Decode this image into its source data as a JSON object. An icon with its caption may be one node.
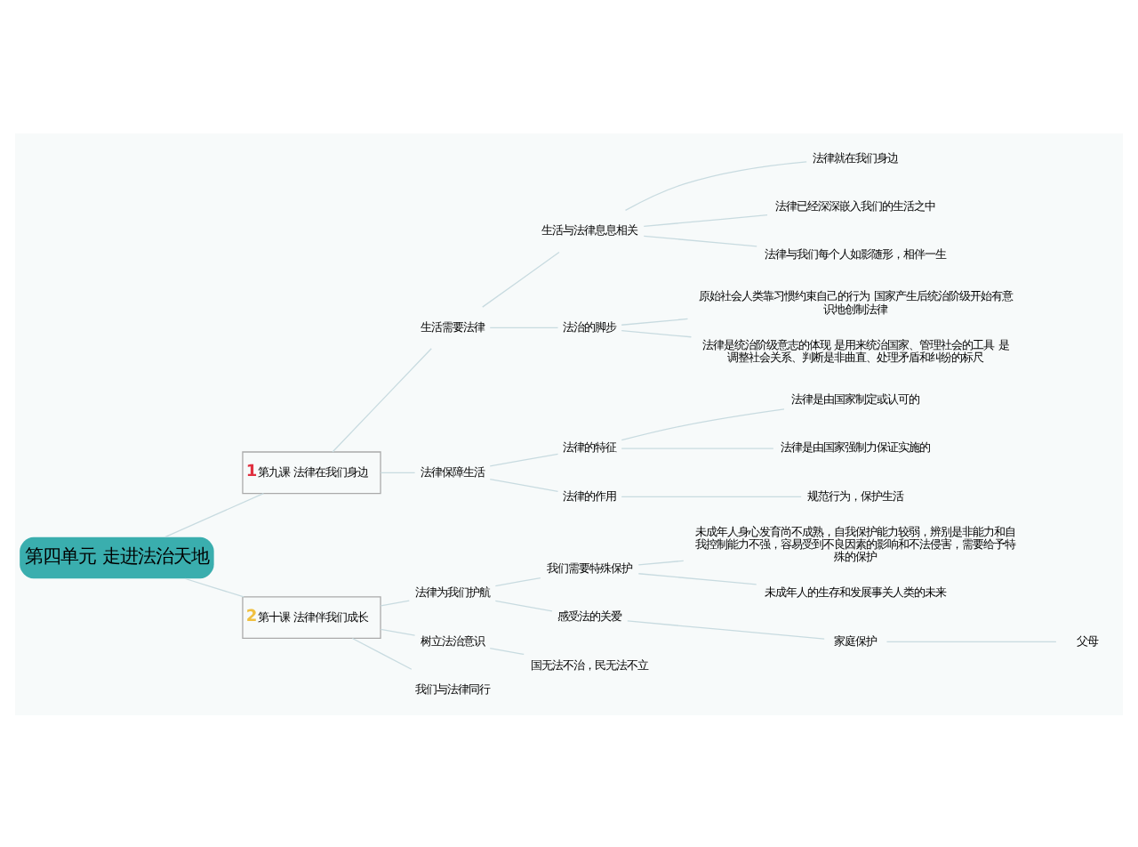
{
  "diagram": {
    "nodes": [
      {
        "text": [
          "第四单元 走进法治天地"
        ]
      },
      {
        "text": [
          "1",
          "第九课 法律在我们身边"
        ]
      },
      {
        "text": [
          "生活需要法律"
        ]
      },
      {
        "text": [
          "生活与法律息息相关"
        ]
      },
      {
        "text": [
          "法律就在我们身边"
        ]
      },
      {
        "text": [
          "法律已经深深嵌入我们的生活之中"
        ]
      },
      {
        "text": [
          "法律与我们每个人如影随形，相伴一生"
        ]
      },
      {
        "text": [
          "法治的脚步"
        ]
      },
      {
        "text": [
          "原始社会人类靠习惯约束自己的行为 国家产生后统治阶级开始有意识地创制法律"
        ]
      },
      {
        "text": [
          "法律是统治阶级意志的体现 是用来统治国家、管理社会的工具 是调整社会关系、判断是非曲直、处理矛盾和纠纷的标尺"
        ]
      },
      {
        "text": [
          "法律保障生活"
        ]
      },
      {
        "text": [
          "法律的特征"
        ]
      },
      {
        "text": [
          "法律是由国家制定或认可的"
        ]
      },
      {
        "text": [
          "法律是由国家强制力保证实施的"
        ]
      },
      {
        "text": [
          "法律的作用"
        ]
      },
      {
        "text": [
          "规范行为，保护生活"
        ]
      },
      {
        "text": [
          "2",
          "第十课 法律伴我们成长"
        ]
      },
      {
        "text": [
          "法律为我们护航"
        ]
      },
      {
        "text": [
          "我们需要特殊保护"
        ]
      },
      {
        "text": [
          "未成年人身心发育尚不成熟，自我保护能力较弱，辨别是非能力和自我控制能力不强，容易受到不良因素的影响和不法侵害，需要给予特殊的保护"
        ]
      },
      {
        "text": [
          "未成年人的生存和发展事关人类的未来"
        ]
      },
      {
        "text": [
          "感受法的关爱"
        ]
      },
      {
        "text": [
          "家庭保护"
        ]
      },
      {
        "text": [
          "父母"
        ]
      },
      {
        "text": [
          "树立法治意识"
        ]
      },
      {
        "text": [
          "国无法不治，民无法不立"
        ]
      },
      {
        "text": [
          "我们与法律同行"
        ]
      }
    ],
    "edges": [
      {
        "from": 0,
        "to": 1,
        "arrow": "none"
      },
      {
        "from": 1,
        "to": 2,
        "arrow": "none"
      },
      {
        "from": 2,
        "to": 3,
        "arrow": "none"
      },
      {
        "from": 3,
        "to": 4,
        "arrow": "none"
      },
      {
        "from": 3,
        "to": 5,
        "arrow": "none"
      },
      {
        "from": 3,
        "to": 6,
        "arrow": "none"
      },
      {
        "from": 2,
        "to": 7,
        "arrow": "none"
      },
      {
        "from": 7,
        "to": 8,
        "arrow": "none"
      },
      {
        "from": 7,
        "to": 9,
        "arrow": "none"
      },
      {
        "from": 1,
        "to": 10,
        "arrow": "none"
      },
      {
        "from": 10,
        "to": 11,
        "arrow": "none"
      },
      {
        "from": 11,
        "to": 12,
        "arrow": "none"
      },
      {
        "from": 11,
        "to": 13,
        "arrow": "none"
      },
      {
        "from": 10,
        "to": 14,
        "arrow": "none"
      },
      {
        "from": 14,
        "to": 15,
        "arrow": "none"
      },
      {
        "from": 0,
        "to": 16,
        "arrow": "none"
      },
      {
        "from": 16,
        "to": 17,
        "arrow": "none"
      },
      {
        "from": 17,
        "to": 18,
        "arrow": "none"
      },
      {
        "from": 18,
        "to": 19,
        "arrow": "none"
      },
      {
        "from": 18,
        "to": 20,
        "arrow": "none"
      },
      {
        "from": 17,
        "to": 21,
        "arrow": "none"
      },
      {
        "from": 21,
        "to": 22,
        "arrow": "none"
      },
      {
        "from": 22,
        "to": 23,
        "arrow": "none"
      },
      {
        "from": 16,
        "to": 24,
        "arrow": "none"
      },
      {
        "from": 24,
        "to": 25,
        "arrow": "none"
      },
      {
        "from": 16,
        "to": 26,
        "arrow": "none"
      }
    ]
  }
}
